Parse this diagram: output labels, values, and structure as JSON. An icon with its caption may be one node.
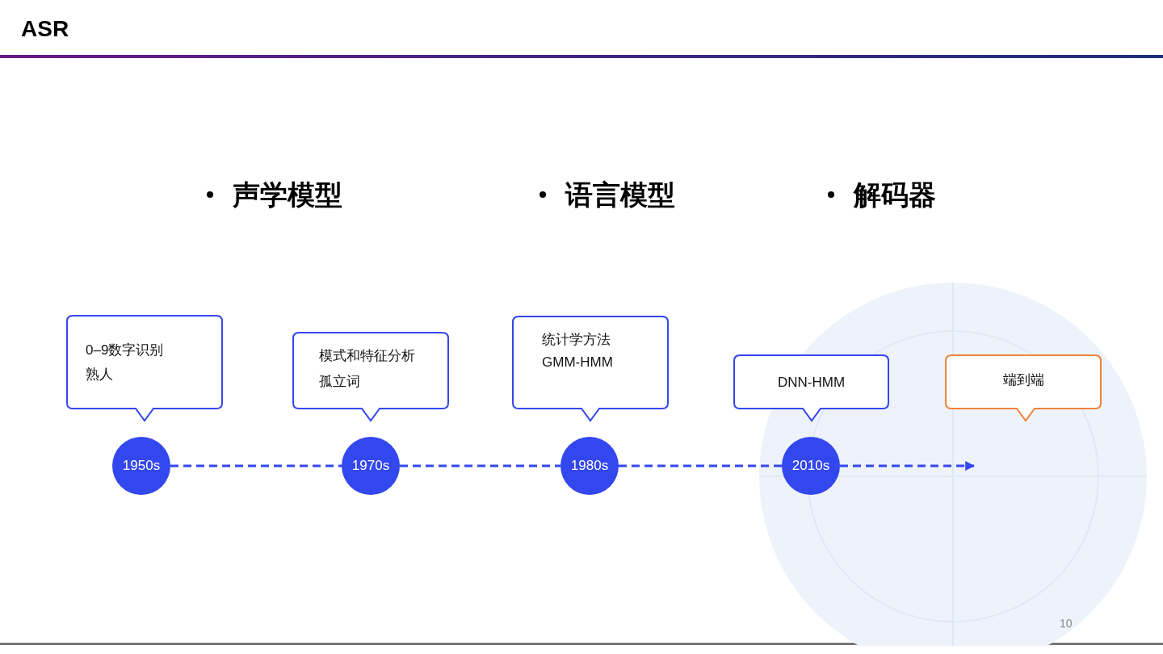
{
  "diagram": {
    "title": "ASR",
    "nodes": [
      {
        "text": [
          "0–9数字识别",
          "熟人"
        ]
      },
      {
        "text": [
          "模式和特征分析",
          "孤立词"
        ]
      },
      {
        "text": [
          "统计学方法",
          "GMM-HMM"
        ]
      },
      {
        "text": [
          "DNN-HMM"
        ]
      },
      {
        "text": [
          "端到端"
        ]
      },
      {
        "text": [
          "1950s"
        ]
      },
      {
        "text": [
          "1970s"
        ]
      },
      {
        "text": [
          "1980s"
        ]
      },
      {
        "text": [
          "2010s"
        ]
      }
    ],
    "edges": [
      {
        "from": 5,
        "to": 6,
        "arrow": "none",
        "style": "dashed"
      },
      {
        "from": 6,
        "to": 7,
        "arrow": "none",
        "style": "dashed"
      },
      {
        "from": 7,
        "to": 8,
        "arrow": "none",
        "style": "dashed"
      },
      {
        "from": 8,
        "to": null,
        "arrow": "to",
        "style": "dashed"
      }
    ],
    "labels": [
      "声学模型",
      "语言模型",
      "解码器",
      "10"
    ]
  }
}
